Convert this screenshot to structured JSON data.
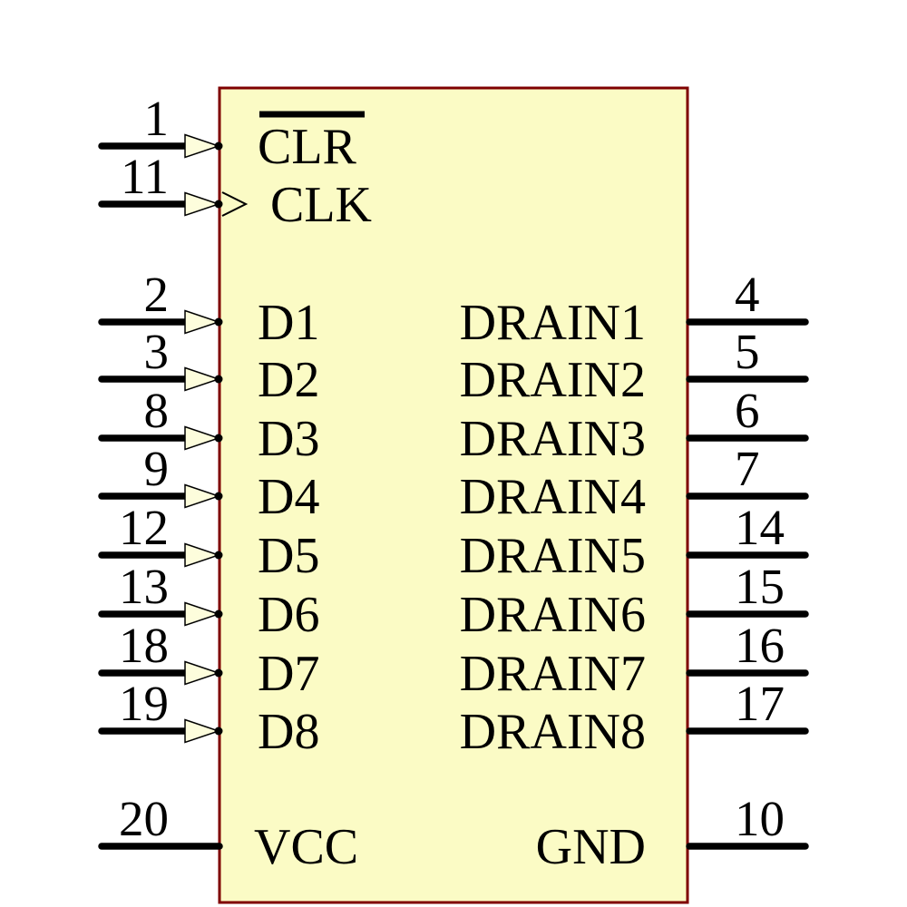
{
  "diagram": {
    "kind": "ic-schematic-symbol",
    "colors": {
      "background": "#FFFFFF",
      "body_fill": "#FBFBC5",
      "body_border": "#7F0000",
      "arrow_fill": "#FDFDDC",
      "wire": "#000000",
      "text": "#000000"
    },
    "pins": {
      "left": [
        {
          "number": "1",
          "label": "CLR",
          "active_low": true,
          "input_arrow": true
        },
        {
          "number": "11",
          "label": "CLK",
          "clock": true,
          "input_arrow": true
        },
        {
          "number": "2",
          "label": "D1",
          "input_arrow": true
        },
        {
          "number": "3",
          "label": "D2",
          "input_arrow": true
        },
        {
          "number": "8",
          "label": "D3",
          "input_arrow": true
        },
        {
          "number": "9",
          "label": "D4",
          "input_arrow": true
        },
        {
          "number": "12",
          "label": "D5",
          "input_arrow": true
        },
        {
          "number": "13",
          "label": "D6",
          "input_arrow": true
        },
        {
          "number": "18",
          "label": "D7",
          "input_arrow": true
        },
        {
          "number": "19",
          "label": "D8",
          "input_arrow": true
        },
        {
          "number": "20",
          "label": "VCC",
          "input_arrow": false
        }
      ],
      "right": [
        {
          "number": "4",
          "label": "DRAIN1"
        },
        {
          "number": "5",
          "label": "DRAIN2"
        },
        {
          "number": "6",
          "label": "DRAIN3"
        },
        {
          "number": "7",
          "label": "DRAIN4"
        },
        {
          "number": "14",
          "label": "DRAIN5"
        },
        {
          "number": "15",
          "label": "DRAIN6"
        },
        {
          "number": "16",
          "label": "DRAIN7"
        },
        {
          "number": "17",
          "label": "DRAIN8"
        },
        {
          "number": "10",
          "label": "GND"
        }
      ]
    }
  }
}
